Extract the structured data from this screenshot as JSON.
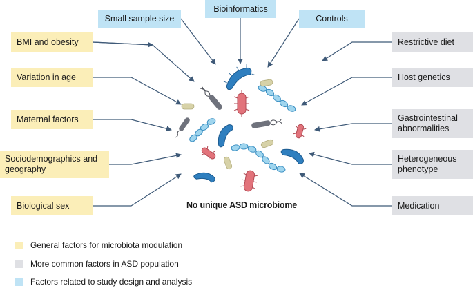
{
  "factors": {
    "top": [
      {
        "id": "small-sample-size",
        "label": "Small sample size",
        "category": "study"
      },
      {
        "id": "bioinformatics",
        "label": "Bioinformatics",
        "category": "study"
      },
      {
        "id": "controls",
        "label": "Controls",
        "category": "study"
      }
    ],
    "left": [
      {
        "id": "bmi-obesity",
        "label": "BMI and obesity",
        "category": "general"
      },
      {
        "id": "variation-age",
        "label": "Variation in age",
        "category": "general"
      },
      {
        "id": "maternal-factors",
        "label": "Maternal factors",
        "category": "general"
      },
      {
        "id": "sociodemographics",
        "label": "Sociodemographics and geography",
        "category": "general"
      },
      {
        "id": "biological-sex",
        "label": "Biological sex",
        "category": "general"
      }
    ],
    "right": [
      {
        "id": "restrictive-diet",
        "label": "Restrictive diet",
        "category": "asd"
      },
      {
        "id": "host-genetics",
        "label": "Host genetics",
        "category": "asd"
      },
      {
        "id": "gi-abnormalities",
        "label": "Gastrointestinal abnormalities",
        "category": "asd"
      },
      {
        "id": "heterogeneous-phenotype",
        "label": "Heterogeneous phenotype",
        "category": "asd"
      },
      {
        "id": "medication",
        "label": "Medication",
        "category": "asd"
      }
    ]
  },
  "center_label": "No unique ASD microbiome",
  "legend": [
    {
      "label": "General factors for microbiota modulation",
      "color": "#fbeeb8"
    },
    {
      "label": "More common factors in ASD population",
      "color": "#dfe0e4"
    },
    {
      "label": "Factors related to study design and analysis",
      "color": "#bfe3f5"
    }
  ],
  "colors": {
    "general": "#fbeeb8",
    "asd": "#dfe0e4",
    "study": "#bfe3f5",
    "arrow": "#3f5a78",
    "bacteria_blue": "#2f7fbf",
    "bacteria_light_blue": "#9fd5ee",
    "bacteria_red": "#e2737b",
    "bacteria_gray": "#6f727c",
    "bacteria_khaki": "#d7d2a8"
  }
}
